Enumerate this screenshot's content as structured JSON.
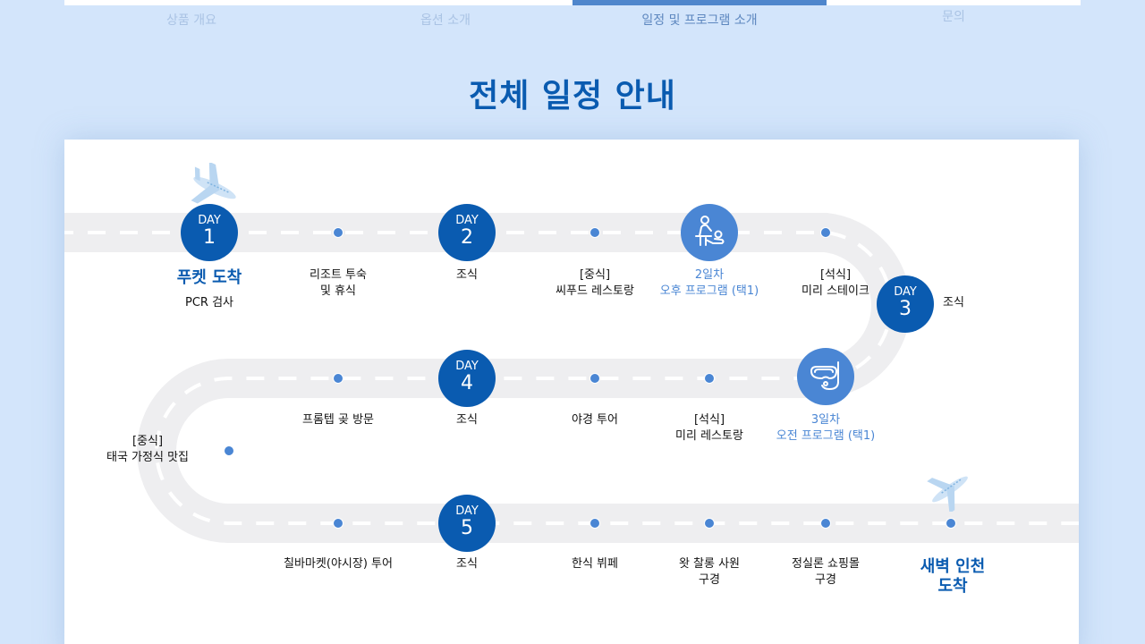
{
  "tabs": [
    {
      "label": "상품 개요",
      "active": false
    },
    {
      "label": "옵션 소개",
      "active": false
    },
    {
      "label": "일정 및 프로그램 소개",
      "active": true
    },
    {
      "label": "문의",
      "active": false
    }
  ],
  "page_title": "전체 일정 안내",
  "colors": {
    "background": "#d3e5fb",
    "brand_blue": "#0a5bb0",
    "accent_blue": "#4a86d4",
    "road_gray": "#eeeef0"
  },
  "timeline": {
    "row1": {
      "day1": {
        "day_label": "DAY",
        "day_number": "1",
        "title": "푸켓 도착",
        "subtitle": "PCR 검사"
      },
      "stop1": {
        "line1": "리조트 투숙",
        "line2": "및 휴식"
      },
      "day2": {
        "day_label": "DAY",
        "day_number": "2",
        "text": "조식"
      },
      "stop2": {
        "line1": "[중식]",
        "line2": "씨푸드 레스토랑"
      },
      "program1": {
        "icon": "massage-icon",
        "line1": "2일차",
        "line2": "오후 프로그램 (택1)"
      },
      "stop3": {
        "line1": "[석식]",
        "line2": "미리 스테이크"
      }
    },
    "day3": {
      "day_label": "DAY",
      "day_number": "3",
      "text": "조식"
    },
    "row2": {
      "program2": {
        "icon": "snorkel-mask-icon",
        "line1": "3일차",
        "line2": "오전 프로그램 (택1)"
      },
      "stop4": {
        "line1": "[석식]",
        "line2": "미리 레스토랑"
      },
      "stop5": {
        "line1": "야경 투어"
      },
      "day4": {
        "day_label": "DAY",
        "day_number": "4",
        "text": "조식"
      },
      "stop6": {
        "line1": "프롬텝 곶 방문"
      }
    },
    "curve_stop": {
      "line1": "[중식]",
      "line2": "태국 가정식 맛집"
    },
    "row3": {
      "stop7": {
        "line1": "칠바마켓(야시장) 투어"
      },
      "day5": {
        "day_label": "DAY",
        "day_number": "5",
        "text": "조식"
      },
      "stop8": {
        "line1": "한식 뷔페"
      },
      "stop9": {
        "line1": "왓 찰롱 사원",
        "line2": "구경"
      },
      "stop10": {
        "line1": "정실론 쇼핑몰",
        "line2": "구경"
      },
      "arrival": {
        "line1": "새벽 인천",
        "line2": "도착"
      }
    }
  }
}
